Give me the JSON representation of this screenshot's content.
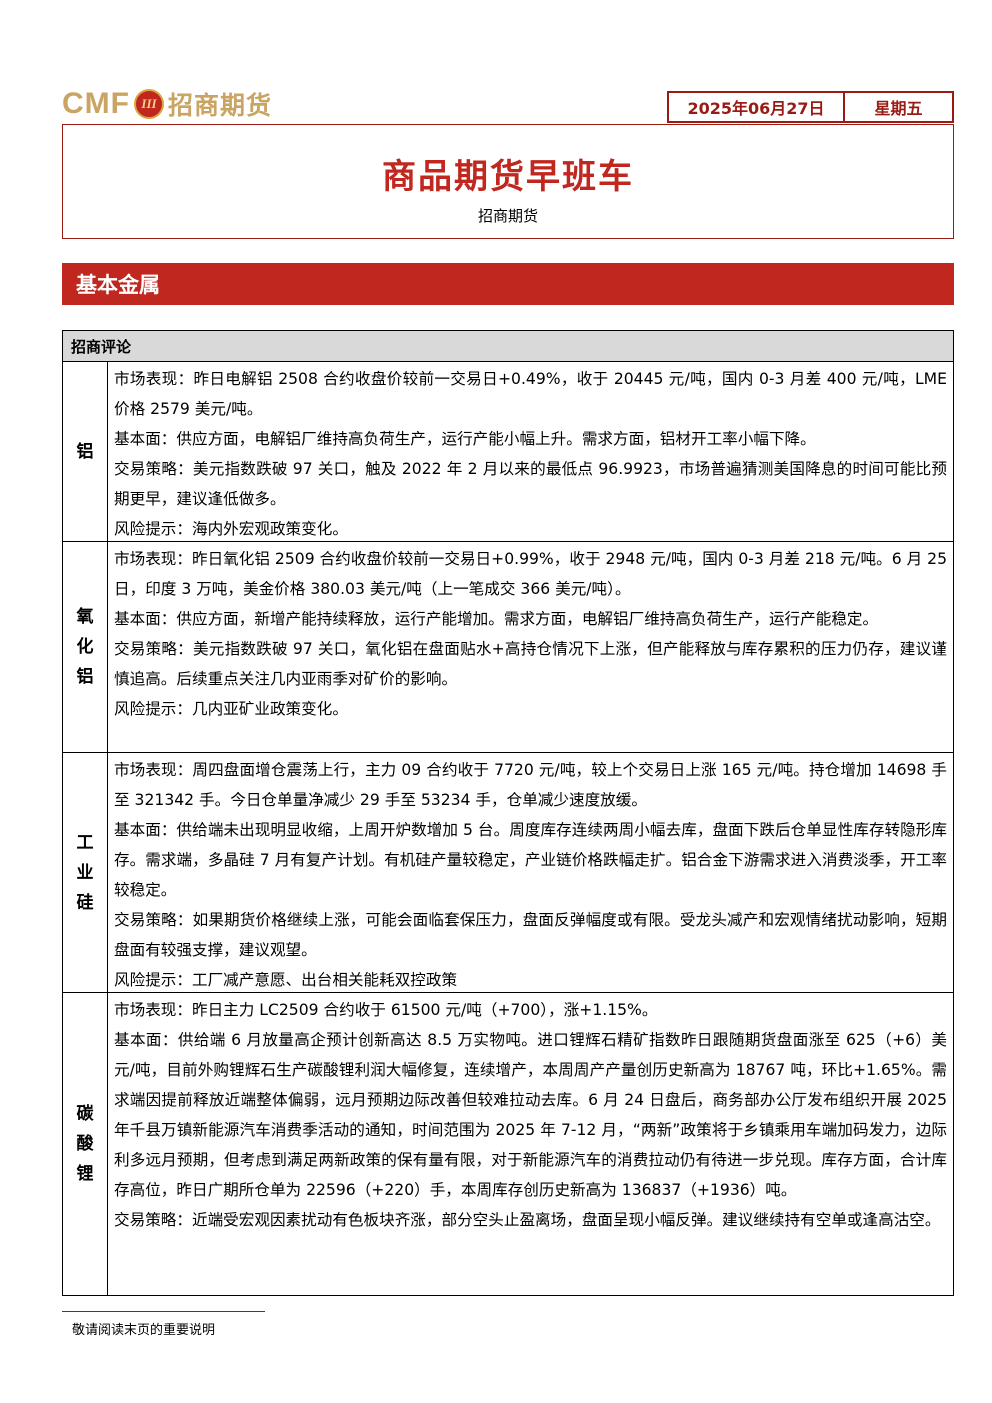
{
  "header": {
    "logo_cmf": "CMF",
    "logo_emblem": "III",
    "logo_cn": "招商期货",
    "date": "2025年06月27日",
    "weekday": "星期五",
    "title": "商品期货早班车",
    "subtitle": "招商期货"
  },
  "section": {
    "title": "基本金属"
  },
  "table": {
    "header": "招商评论",
    "rows": [
      {
        "commodity": "铝",
        "paragraphs": [
          "市场表现：昨日电解铝 2508 合约收盘价较前一交易日+0.49%，收于 20445 元/吨，国内 0-3 月差 400 元/吨，LME 价格 2579 美元/吨。",
          "基本面：供应方面，电解铝厂维持高负荷生产，运行产能小幅上升。需求方面，铝材开工率小幅下降。",
          "交易策略：美元指数跌破 97 关口，触及 2022 年 2 月以来的最低点 96.9923，市场普遍猜测美国降息的时间可能比预期更早，建议逢低做多。",
          "风险提示：海内外宏观政策变化。"
        ]
      },
      {
        "commodity": "氧化铝",
        "paragraphs": [
          "市场表现：昨日氧化铝 2509 合约收盘价较前一交易日+0.99%，收于 2948 元/吨，国内 0-3 月差 218 元/吨。6 月 25 日，印度 3 万吨，美金价格 380.03 美元/吨（上一笔成交 366 美元/吨）。",
          "基本面：供应方面，新增产能持续释放，运行产能增加。需求方面，电解铝厂维持高负荷生产，运行产能稳定。",
          "交易策略：美元指数跌破 97 关口，氧化铝在盘面贴水+高持仓情况下上涨，但产能释放与库存累积的压力仍存，建议谨慎追高。后续重点关注几内亚雨季对矿价的影响。",
          "风险提示：几内亚矿业政策变化。"
        ]
      },
      {
        "commodity": "工业硅",
        "paragraphs": [
          "市场表现：周四盘面增仓震荡上行，主力 09 合约收于 7720 元/吨，较上个交易日上涨 165 元/吨。持仓增加 14698 手至 321342 手。今日仓单量净减少 29 手至 53234 手，仓单减少速度放缓。",
          "基本面：供给端未出现明显收缩，上周开炉数增加 5 台。周度库存连续两周小幅去库，盘面下跌后仓单显性库存转隐形库存。需求端，多晶硅 7 月有复产计划。有机硅产量较稳定，产业链价格跌幅走扩。铝合金下游需求进入消费淡季，开工率较稳定。",
          "交易策略：如果期货价格继续上涨，可能会面临套保压力，盘面反弹幅度或有限。受龙头减产和宏观情绪扰动影响，短期盘面有较强支撑，建议观望。",
          "风险提示：工厂减产意愿、出台相关能耗双控政策"
        ]
      },
      {
        "commodity": "碳酸锂",
        "paragraphs": [
          "市场表现：昨日主力 LC2509 合约收于 61500 元/吨（+700），涨+1.15%。",
          "基本面：供给端 6 月放量高企预计创新高达 8.5 万实物吨。进口锂辉石精矿指数昨日跟随期货盘面涨至 625（+6）美元/吨，目前外购锂辉石生产碳酸锂利润大幅修复，连续增产，本周周产产量创历史新高为 18767 吨，环比+1.65%。需求端因提前释放近端整体偏弱，远月预期边际改善但较难拉动去库。6 月 24 日盘后，商务部办公厅发布组织开展 2025 年千县万镇新能源汽车消费季活动的通知，时间范围为 2025 年 7-12 月，“两新”政策将于乡镇乘用车端加码发力，边际利多远月预期，但考虑到满足两新政策的保有量有限，对于新能源汽车的消费拉动仍有待进一步兑现。库存方面，合计库存高位，昨日广期所仓单为 22596（+220）手，本周库存创历史新高为 136837（+1936）吨。",
          "交易策略：近端受宏观因素扰动有色板块齐涨，部分空头止盈离场，盘面呈现小幅反弹。建议继续持有空单或逢高沽空。"
        ]
      }
    ]
  },
  "footer": {
    "note": "敬请阅读末页的重要说明"
  }
}
